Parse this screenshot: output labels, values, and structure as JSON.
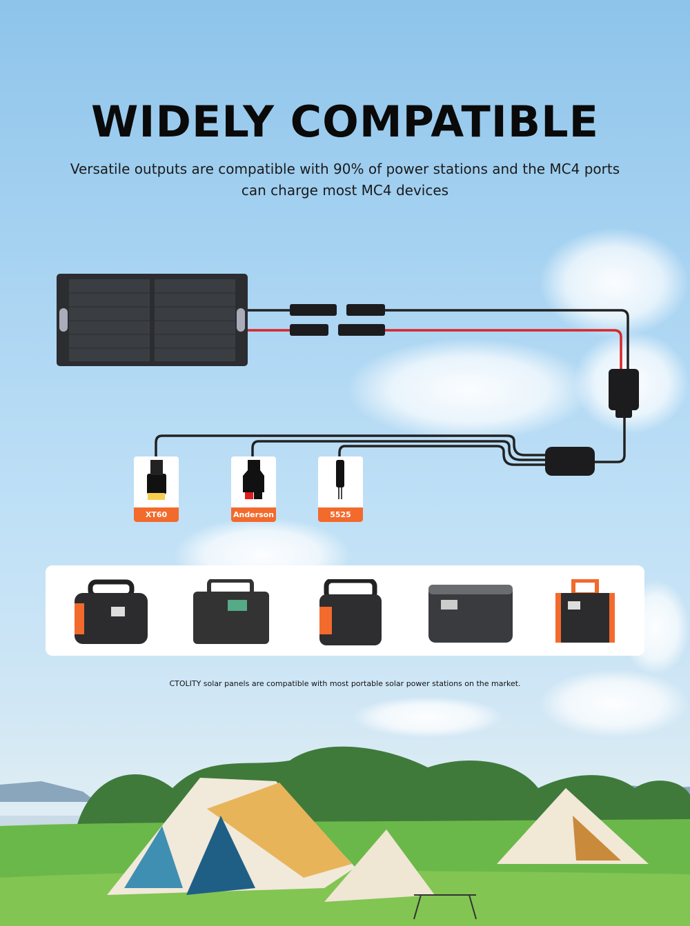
{
  "title": "WIDELY COMPATIBLE",
  "subtitle": "Versatile outputs are compatible with 90% of power stations and the MC4 ports can charge most MC4 devices",
  "connectors": [
    {
      "label": "XT60"
    },
    {
      "label": "Anderson"
    },
    {
      "label": "5525"
    }
  ],
  "footnote": "CTOLITY solar panels are compatible with most portable solar power stations on the market.",
  "colors": {
    "accent": "#f26a2c",
    "cable_red": "#d8262a"
  }
}
